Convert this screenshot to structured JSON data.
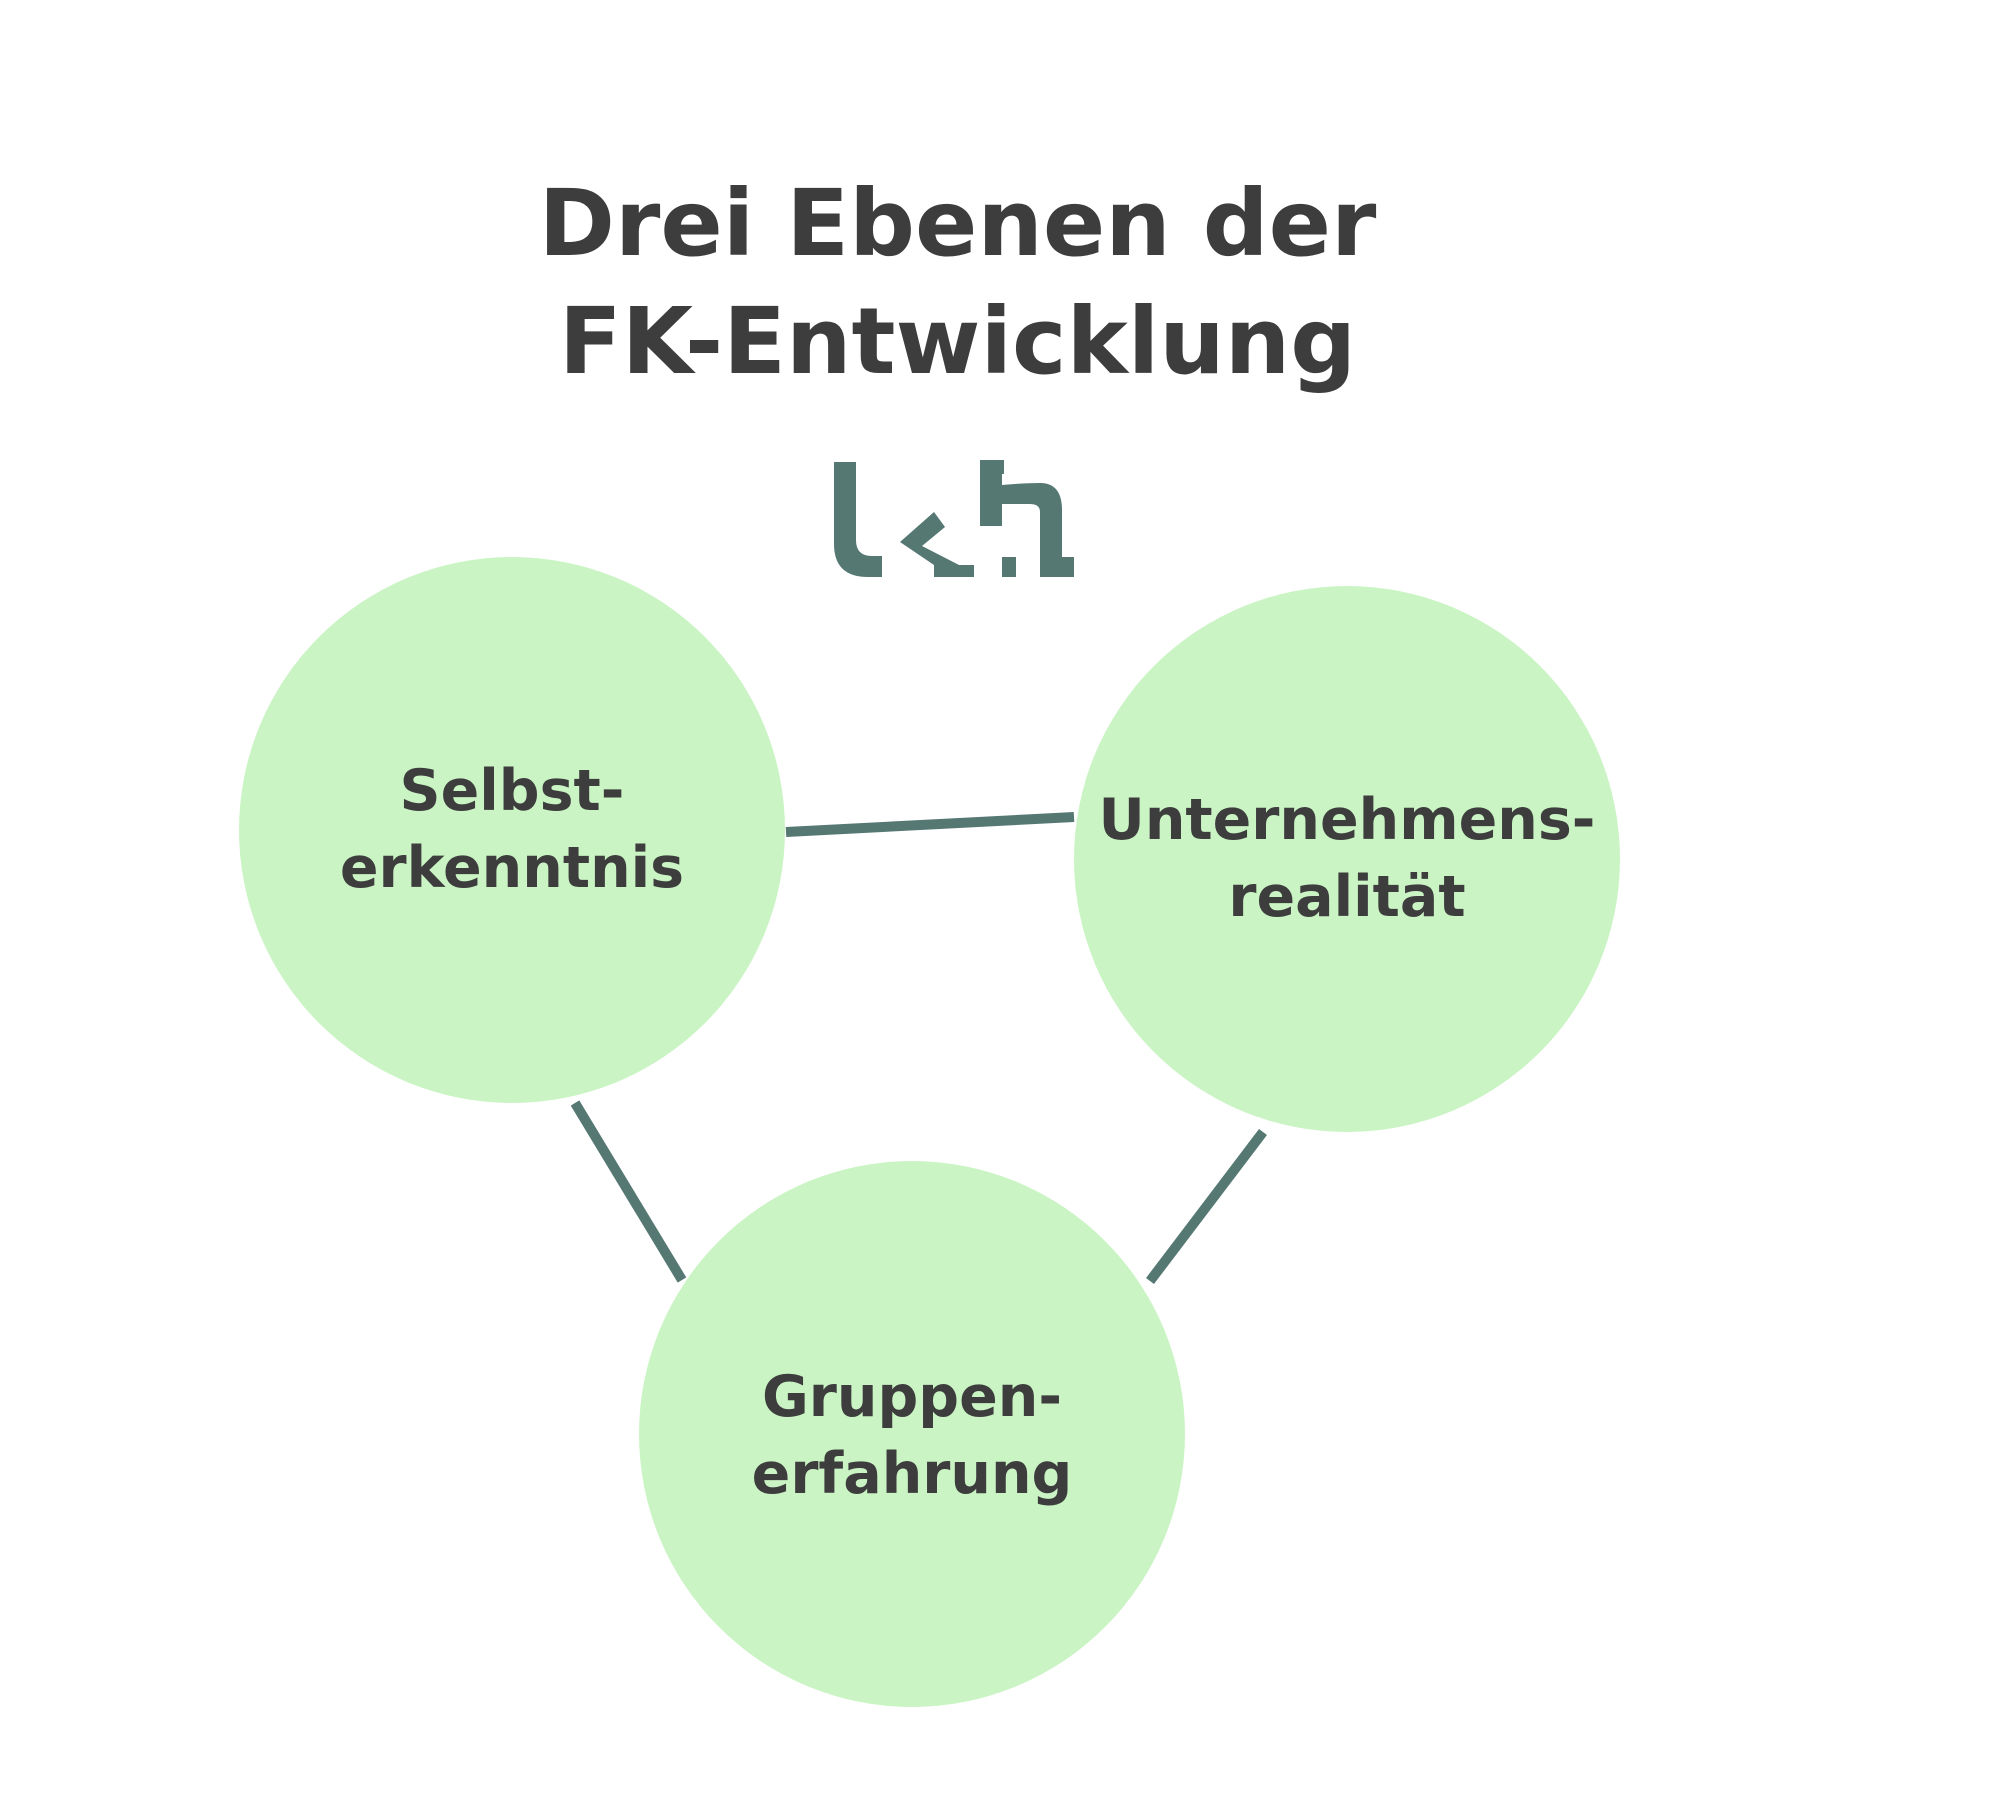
{
  "title": {
    "line1": "Drei Ebenen der",
    "line2": "FK-Entwicklung"
  },
  "logo": {
    "text": "lkh",
    "color": "#557873"
  },
  "colors": {
    "circle_fill": "#caf4c4",
    "connector": "#557873",
    "text": "#3d3d3d",
    "background": "#ffffff"
  },
  "nodes": [
    {
      "id": "selbst",
      "line1": "Selbst-",
      "line2": "erkenntnis"
    },
    {
      "id": "unternehmen",
      "line1": "Unternehmens-",
      "line2": "realität"
    },
    {
      "id": "gruppe",
      "line1": "Gruppen-",
      "line2": "erfahrung"
    }
  ],
  "edges": [
    {
      "from": "selbst",
      "to": "unternehmen"
    },
    {
      "from": "selbst",
      "to": "gruppe"
    },
    {
      "from": "unternehmen",
      "to": "gruppe"
    }
  ]
}
